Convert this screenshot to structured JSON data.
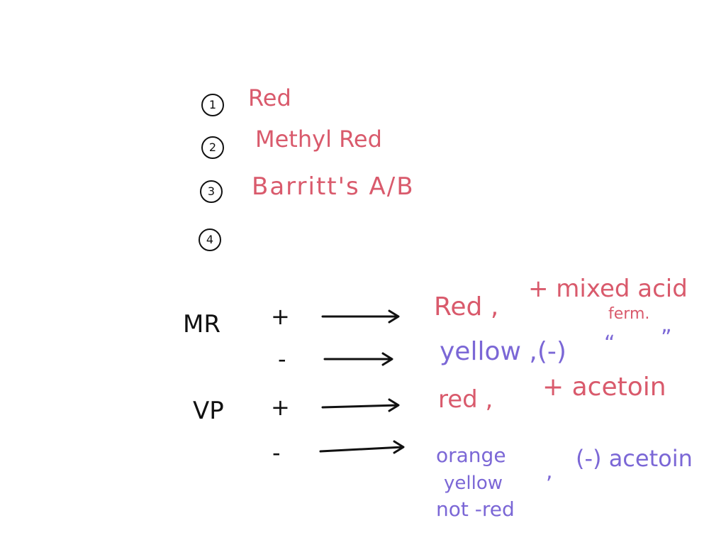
{
  "colors": {
    "red_ink": "#d95a6c",
    "purple_ink": "#7b67d6",
    "black_ink": "#111111"
  },
  "list": [
    {
      "number": "1",
      "text": "Red"
    },
    {
      "number": "2",
      "text": "Methyl Red"
    },
    {
      "number": "3",
      "text": "Barritt's A/B"
    },
    {
      "number": "4",
      "text": ""
    }
  ],
  "tests": {
    "mr": {
      "label": "MR",
      "positive": {
        "sign": "+",
        "result": "Red ,",
        "detail": "+ mixed acid",
        "detail2": "ferm."
      },
      "negative": {
        "sign": "-",
        "result": "yellow ,(-)",
        "ditto_1": "“",
        "ditto_2": "”"
      }
    },
    "vp": {
      "label": "VP",
      "positive": {
        "sign": "+",
        "result": "red ,",
        "detail": "+ acetoin"
      },
      "negative": {
        "sign": "-",
        "result_line1": "orange",
        "result_line2": "yellow",
        "result_line3": "not -red",
        "comma": ",",
        "detail": "(-) acetoin"
      }
    }
  }
}
